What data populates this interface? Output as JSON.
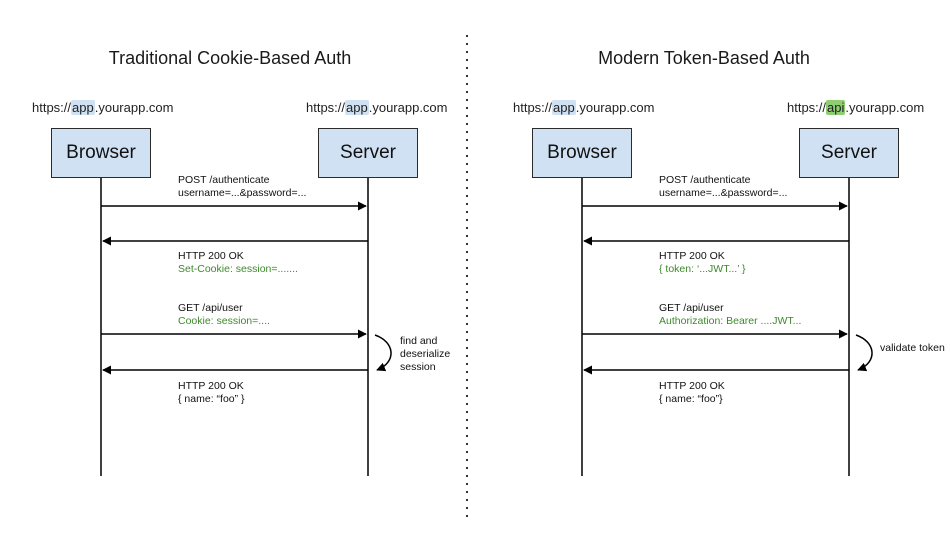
{
  "colors": {
    "box_fill": "#cfe1f3",
    "app_highlight": "#cfe1f3",
    "api_highlight": "#8fcf73",
    "green_text": "#3d8a2a"
  },
  "left": {
    "title": "Traditional Cookie-Based Auth",
    "browser_url": {
      "prefix": "https://",
      "host": "app",
      "suffix": ".yourapp.com"
    },
    "server_url": {
      "prefix": "https://",
      "host": "app",
      "suffix": ".yourapp.com"
    },
    "browser_label": "Browser",
    "server_label": "Server",
    "msg1": {
      "line1": "POST /authenticate",
      "line2": "username=...&password=..."
    },
    "msg2": {
      "line1": "HTTP 200 OK",
      "line2": "Set-Cookie: session=......."
    },
    "msg3": {
      "line1": "GET /api/user",
      "line2": "Cookie: session=...."
    },
    "msg4": {
      "line1": "HTTP 200 OK",
      "line2": "{  name: “foo” }"
    },
    "note": "find and deserialize session"
  },
  "right": {
    "title": "Modern Token-Based Auth",
    "browser_url": {
      "prefix": "https://",
      "host": "app",
      "suffix": ".yourapp.com"
    },
    "server_url": {
      "prefix": "https://",
      "host": "api",
      "suffix": ".yourapp.com"
    },
    "browser_label": "Browser",
    "server_label": "Server",
    "msg1": {
      "line1": "POST /authenticate",
      "line2": "username=...&password=..."
    },
    "msg2": {
      "line1": "HTTP 200 OK",
      "line2": "{ token: ‘...JWT...’ }"
    },
    "msg3": {
      "line1": "GET /api/user",
      "line2": "Authorization: Bearer ....JWT..."
    },
    "msg4": {
      "line1": "HTTP 200 OK",
      "line2": "{ name: “foo”}"
    },
    "note": "validate token"
  }
}
